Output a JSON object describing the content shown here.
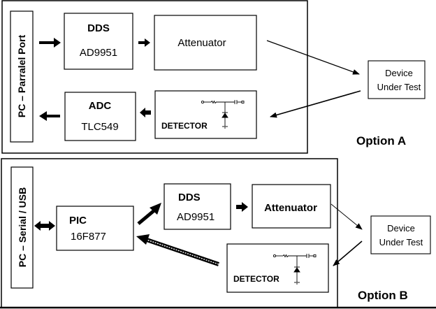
{
  "option_a": {
    "title": "Option A",
    "interface_label": "PC – Parralel Port",
    "blocks": {
      "dds": {
        "title": "DDS",
        "part": "AD9951"
      },
      "attenuator": {
        "title": "Attenuator"
      },
      "adc": {
        "title": "ADC",
        "part": "TLC549"
      },
      "detector": {
        "title": "DETECTOR",
        "schematic_icon": "diode-detector-schematic"
      },
      "dut": {
        "line1": "Device",
        "line2": "Under Test"
      }
    },
    "connections": [
      {
        "from": "PC – Parralel Port",
        "to": "DDS",
        "style": "thick-arrow"
      },
      {
        "from": "DDS",
        "to": "Attenuator",
        "style": "thick-arrow"
      },
      {
        "from": "Attenuator",
        "to": "Device Under Test",
        "style": "thin-arrow"
      },
      {
        "from": "Device Under Test",
        "to": "DETECTOR",
        "style": "thin-arrow"
      },
      {
        "from": "DETECTOR",
        "to": "ADC",
        "style": "thick-arrow"
      },
      {
        "from": "ADC",
        "to": "PC – Parralel Port",
        "style": "thick-arrow"
      }
    ]
  },
  "option_b": {
    "title": "Option B",
    "interface_label": "PC – Serial / USB",
    "blocks": {
      "pic": {
        "title": "PIC",
        "part": "16F877"
      },
      "dds": {
        "title": "DDS",
        "part": "AD9951"
      },
      "attenuator": {
        "title": "Attenuator"
      },
      "detector": {
        "title": "DETECTOR",
        "schematic_icon": "diode-detector-schematic"
      },
      "dut": {
        "line1": "Device",
        "line2": "Under Test"
      }
    },
    "connections": [
      {
        "from": "PC – Serial / USB",
        "to": "PIC 16F877",
        "style": "double-headed-arrow"
      },
      {
        "from": "PIC 16F877",
        "to": "DDS",
        "style": "thick-arrow"
      },
      {
        "from": "DDS",
        "to": "Attenuator",
        "style": "thick-arrow"
      },
      {
        "from": "Attenuator",
        "to": "Device Under Test",
        "style": "thin-arrow"
      },
      {
        "from": "Device Under Test",
        "to": "DETECTOR",
        "style": "thin-arrow"
      },
      {
        "from": "DETECTOR",
        "to": "PIC 16F877",
        "style": "hatched-bus-arrow"
      }
    ]
  },
  "colors": {
    "stroke": "#000000",
    "background": "#ffffff"
  }
}
